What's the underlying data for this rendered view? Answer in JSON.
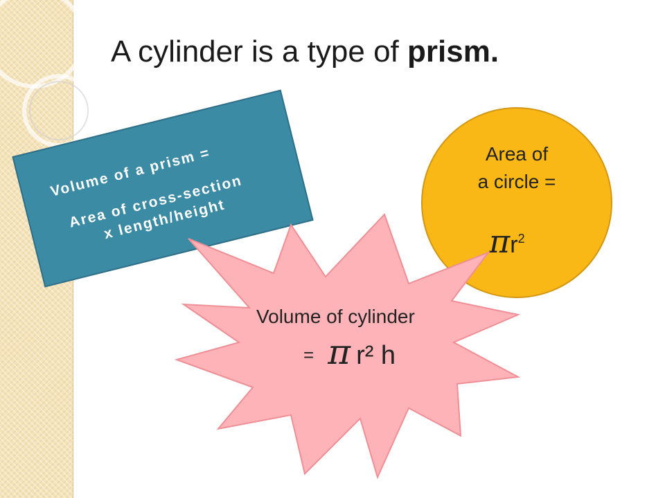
{
  "title": {
    "prefix": "A cylinder is a type of ",
    "emphasis": "prism."
  },
  "prism_box": {
    "line1": "Volume of a prism =",
    "line2": "Area of cross-section",
    "line3": "x length/height",
    "color": "#3b8ba5"
  },
  "circle_box": {
    "line1": "Area of",
    "line2": "a circle =",
    "pi": "π",
    "r": "r",
    "exp": "2",
    "color": "#f9b816"
  },
  "cylinder_box": {
    "line1": "Volume of cylinder",
    "equals": "=",
    "pi": "π",
    "formula": "r² h",
    "color": "#fdb3b7"
  }
}
